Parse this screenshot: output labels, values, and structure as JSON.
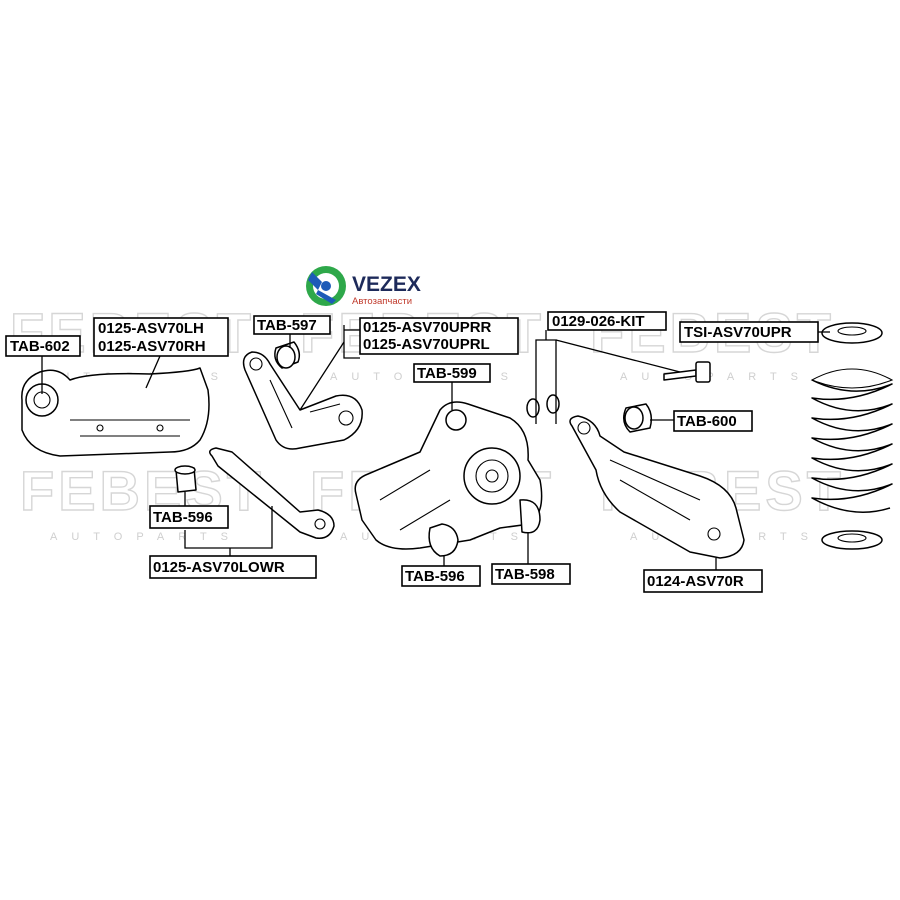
{
  "logo": {
    "name": "VEZEX",
    "tagline": "Автозапчасти",
    "colors": {
      "blue": "#1e5bb8",
      "green": "#2ea84a",
      "red": "#c0392b",
      "navy": "#1d2a5a"
    }
  },
  "watermark": {
    "text": "FEBEST",
    "subtext": "AUTOPARTS"
  },
  "labels": [
    {
      "id": "tab602",
      "text": "TAB-602"
    },
    {
      "id": "arm_lh",
      "text": "0125-ASV70LH"
    },
    {
      "id": "arm_rh",
      "text": "0125-ASV70RH"
    },
    {
      "id": "tab597",
      "text": "TAB-597"
    },
    {
      "id": "upr_r",
      "text": "0125-ASV70UPRR"
    },
    {
      "id": "upr_l",
      "text": "0125-ASV70UPRL"
    },
    {
      "id": "kit",
      "text": "0129-026-KIT"
    },
    {
      "id": "tsi",
      "text": "TSI-ASV70UPR"
    },
    {
      "id": "tab599",
      "text": "TAB-599"
    },
    {
      "id": "tab600",
      "text": "TAB-600"
    },
    {
      "id": "tab596a",
      "text": "TAB-596"
    },
    {
      "id": "lowr",
      "text": "0125-ASV70LOWR"
    },
    {
      "id": "tab596b",
      "text": "TAB-596"
    },
    {
      "id": "tab598",
      "text": "TAB-598"
    },
    {
      "id": "arm_r",
      "text": "0124-ASV70R"
    }
  ]
}
